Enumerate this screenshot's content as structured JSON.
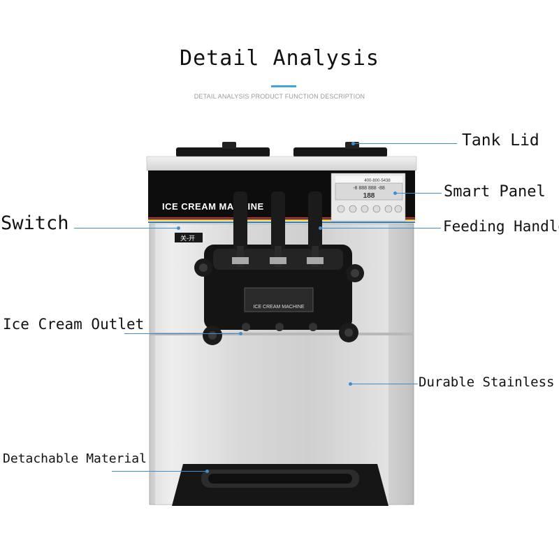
{
  "header": {
    "title": "Detail Analysis",
    "subtitle": "DETAIL ANALYSIS PRODUCT FUNCTION DESCRIPTION"
  },
  "machine": {
    "brand_band": "ICE CREAM MACHINE",
    "window_label": "ICE CREAM MACHINE",
    "switch_text": "关-开",
    "panel_top_readout": "-8  888  888 -88",
    "panel_bottom_readout": "188",
    "panel_phone": "400-800-5438"
  },
  "labels": {
    "tank_lid": "Tank Lid",
    "smart_panel": "Smart Panel",
    "switch": "Switch",
    "feeding_handle": "Feeding Handle",
    "ice_cream_outlet": "Ice Cream Outlet",
    "durable_stainless": "Durable Stainless",
    "detachable_material": "Detachable Material"
  },
  "colors": {
    "accent": "#3c8fd0",
    "title_underline": "#3fa6dc",
    "panel": "#111111",
    "lcd": "#1e4f8e"
  }
}
